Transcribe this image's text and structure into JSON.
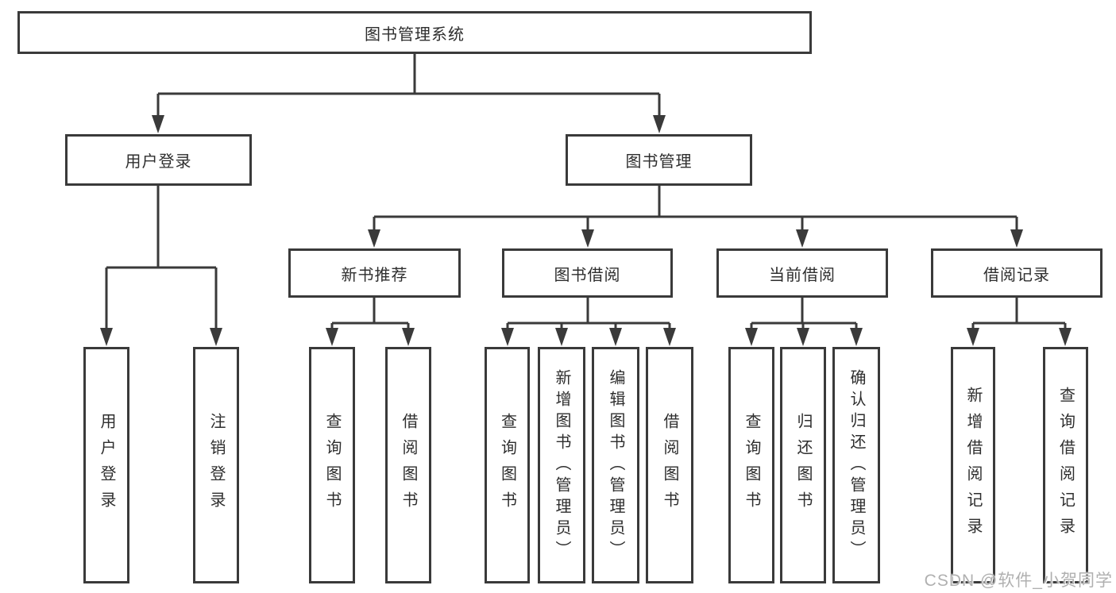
{
  "tree": {
    "root": {
      "label": "图书管理系统",
      "children": [
        {
          "label": "用户登录",
          "children": [
            {
              "label": "用户登录"
            },
            {
              "label": "注销登录"
            }
          ]
        },
        {
          "label": "图书管理",
          "children": [
            {
              "label": "新书推荐",
              "children": [
                {
                  "label": "查询图书"
                },
                {
                  "label": "借阅图书"
                }
              ]
            },
            {
              "label": "图书借阅",
              "children": [
                {
                  "label": "查询图书"
                },
                {
                  "label": "新增图书（管理员）"
                },
                {
                  "label": "编辑图书（管理员）"
                },
                {
                  "label": "借阅图书"
                }
              ]
            },
            {
              "label": "当前借阅",
              "children": [
                {
                  "label": "查询图书"
                },
                {
                  "label": "归还图书"
                },
                {
                  "label": "确认归还（管理员）"
                }
              ]
            },
            {
              "label": "借阅记录",
              "children": [
                {
                  "label": "新增借阅记录"
                },
                {
                  "label": "查询借阅记录"
                }
              ]
            }
          ]
        }
      ]
    }
  },
  "watermark": {
    "text": "CSDN @软件_小贺同学",
    "color": "#b0b0b0"
  },
  "colors": {
    "line": "#3a3a3a",
    "box_border": "#3a3a3a",
    "box_background": "#ffffff",
    "text": "#2e2e2e"
  }
}
